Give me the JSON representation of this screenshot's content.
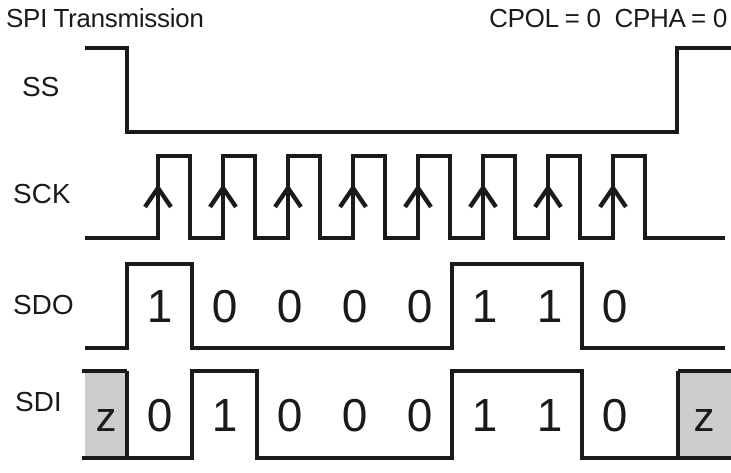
{
  "title": "SPI Transmission",
  "mode_label": "CPOL = 0  CPHA = 0",
  "colors": {
    "line": "#1a1a1a",
    "tristate_fill": "#cdcdcd",
    "background": "#ffffff"
  },
  "signals": [
    {
      "name": "SS"
    },
    {
      "name": "SCK",
      "rising_edge_arrows": 8
    },
    {
      "name": "SDO",
      "bits": [
        "1",
        "0",
        "0",
        "0",
        "0",
        "1",
        "1",
        "0"
      ]
    },
    {
      "name": "SDI",
      "bits": [
        "0",
        "1",
        "0",
        "0",
        "0",
        "1",
        "1",
        "0"
      ],
      "tristate_start_label": "z",
      "tristate_end_label": "z"
    }
  ]
}
